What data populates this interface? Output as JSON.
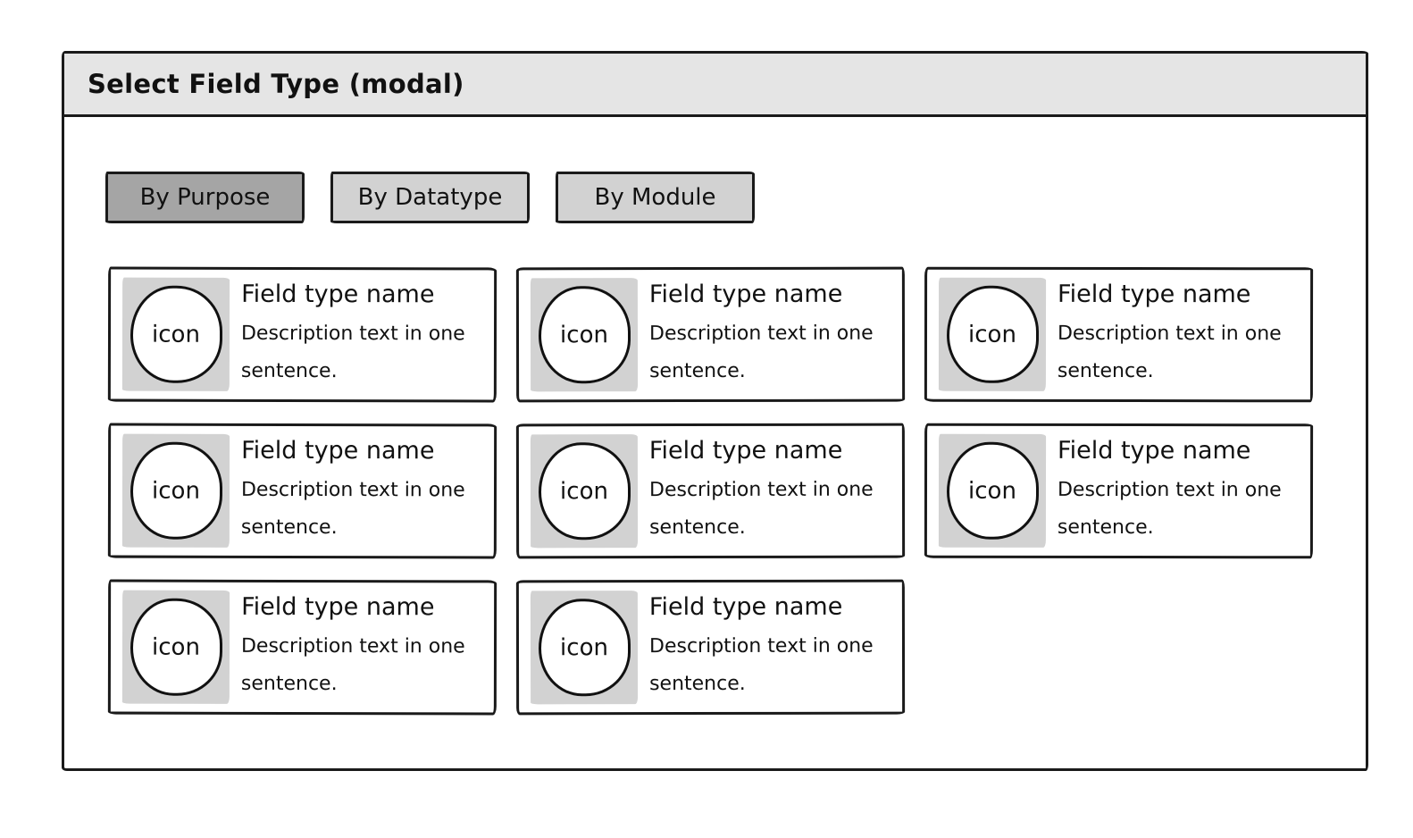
{
  "modal": {
    "title": "Select Field Type (modal)"
  },
  "tabs": [
    {
      "label": "By Purpose",
      "selected": true
    },
    {
      "label": "By Datatype",
      "selected": false
    },
    {
      "label": "By Module",
      "selected": false
    }
  ],
  "cards": [
    {
      "icon_label": "icon",
      "title": "Field type name",
      "description": "Description text in one sentence."
    },
    {
      "icon_label": "icon",
      "title": "Field type name",
      "description": "Description text in one sentence."
    },
    {
      "icon_label": "icon",
      "title": "Field type name",
      "description": "Description text in one sentence."
    },
    {
      "icon_label": "icon",
      "title": "Field type name",
      "description": "Description text in one sentence."
    },
    {
      "icon_label": "icon",
      "title": "Field type name",
      "description": "Description text in one sentence."
    },
    {
      "icon_label": "icon",
      "title": "Field type name",
      "description": "Description text in one sentence."
    },
    {
      "icon_label": "icon",
      "title": "Field type name",
      "description": "Description text in one sentence."
    },
    {
      "icon_label": "icon",
      "title": "Field type name",
      "description": "Description text in one sentence."
    }
  ],
  "colors": {
    "header_bg": "#e5e5e5",
    "tab_selected_bg": "#a5a5a5",
    "tab_bg": "#d2d2d2",
    "icon_box_bg": "#d2d2d2",
    "border": "#1a1a1a",
    "card_bg": "#ffffff",
    "page_bg": "#ffffff"
  }
}
